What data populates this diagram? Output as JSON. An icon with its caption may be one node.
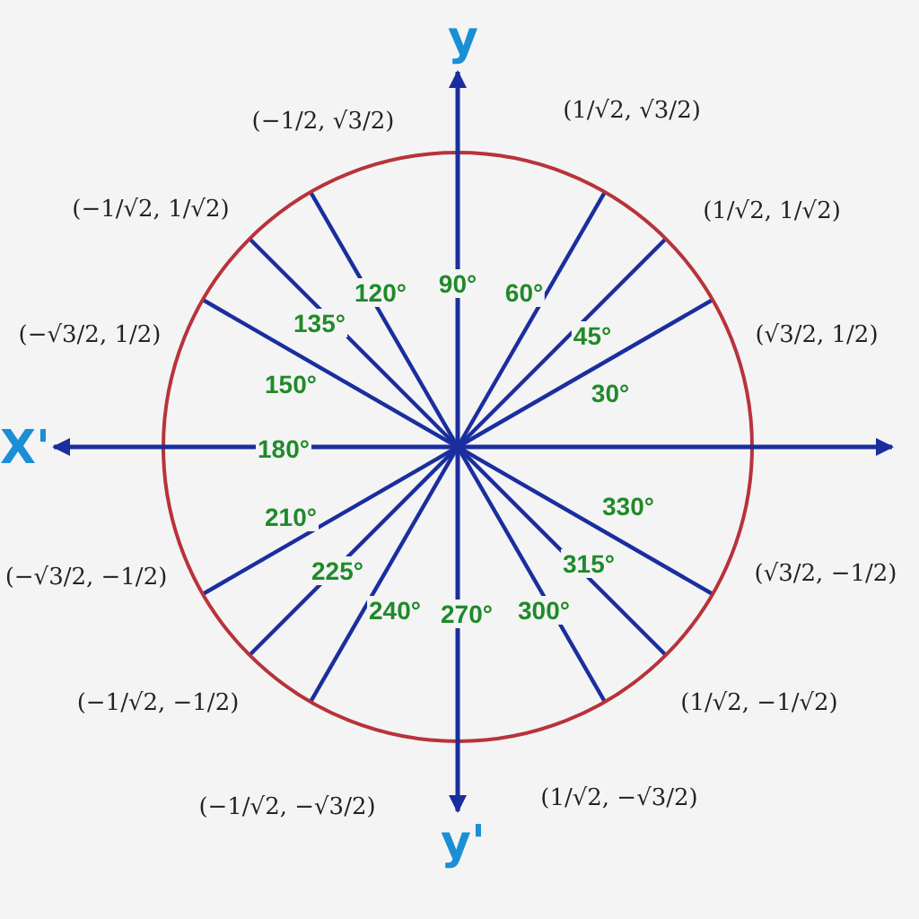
{
  "diagram": {
    "labels": [
      "y",
      "(−1/2, √3/2)",
      "(1/√2, √3/2)",
      "(−1/√2, 1/√2)",
      "(1/√2, 1/√2)",
      "135°",
      "120°",
      "90°",
      "60°",
      "(−√3/2, 1/2)",
      "(√3/2, 1/2)",
      "45°",
      "150°",
      "30°",
      "X'",
      "180°",
      "330°",
      "210°",
      "(−√3/2, −1/2)",
      "(√3/2, −1/2)",
      "315°",
      "225°",
      "240°",
      "270°",
      "300°",
      "(−1/√2, −1/2)",
      "(1/√2, −1/√2)",
      "(−1/√2, −√3/2)",
      "(1/√2, −√3/2)",
      "y'"
    ]
  }
}
